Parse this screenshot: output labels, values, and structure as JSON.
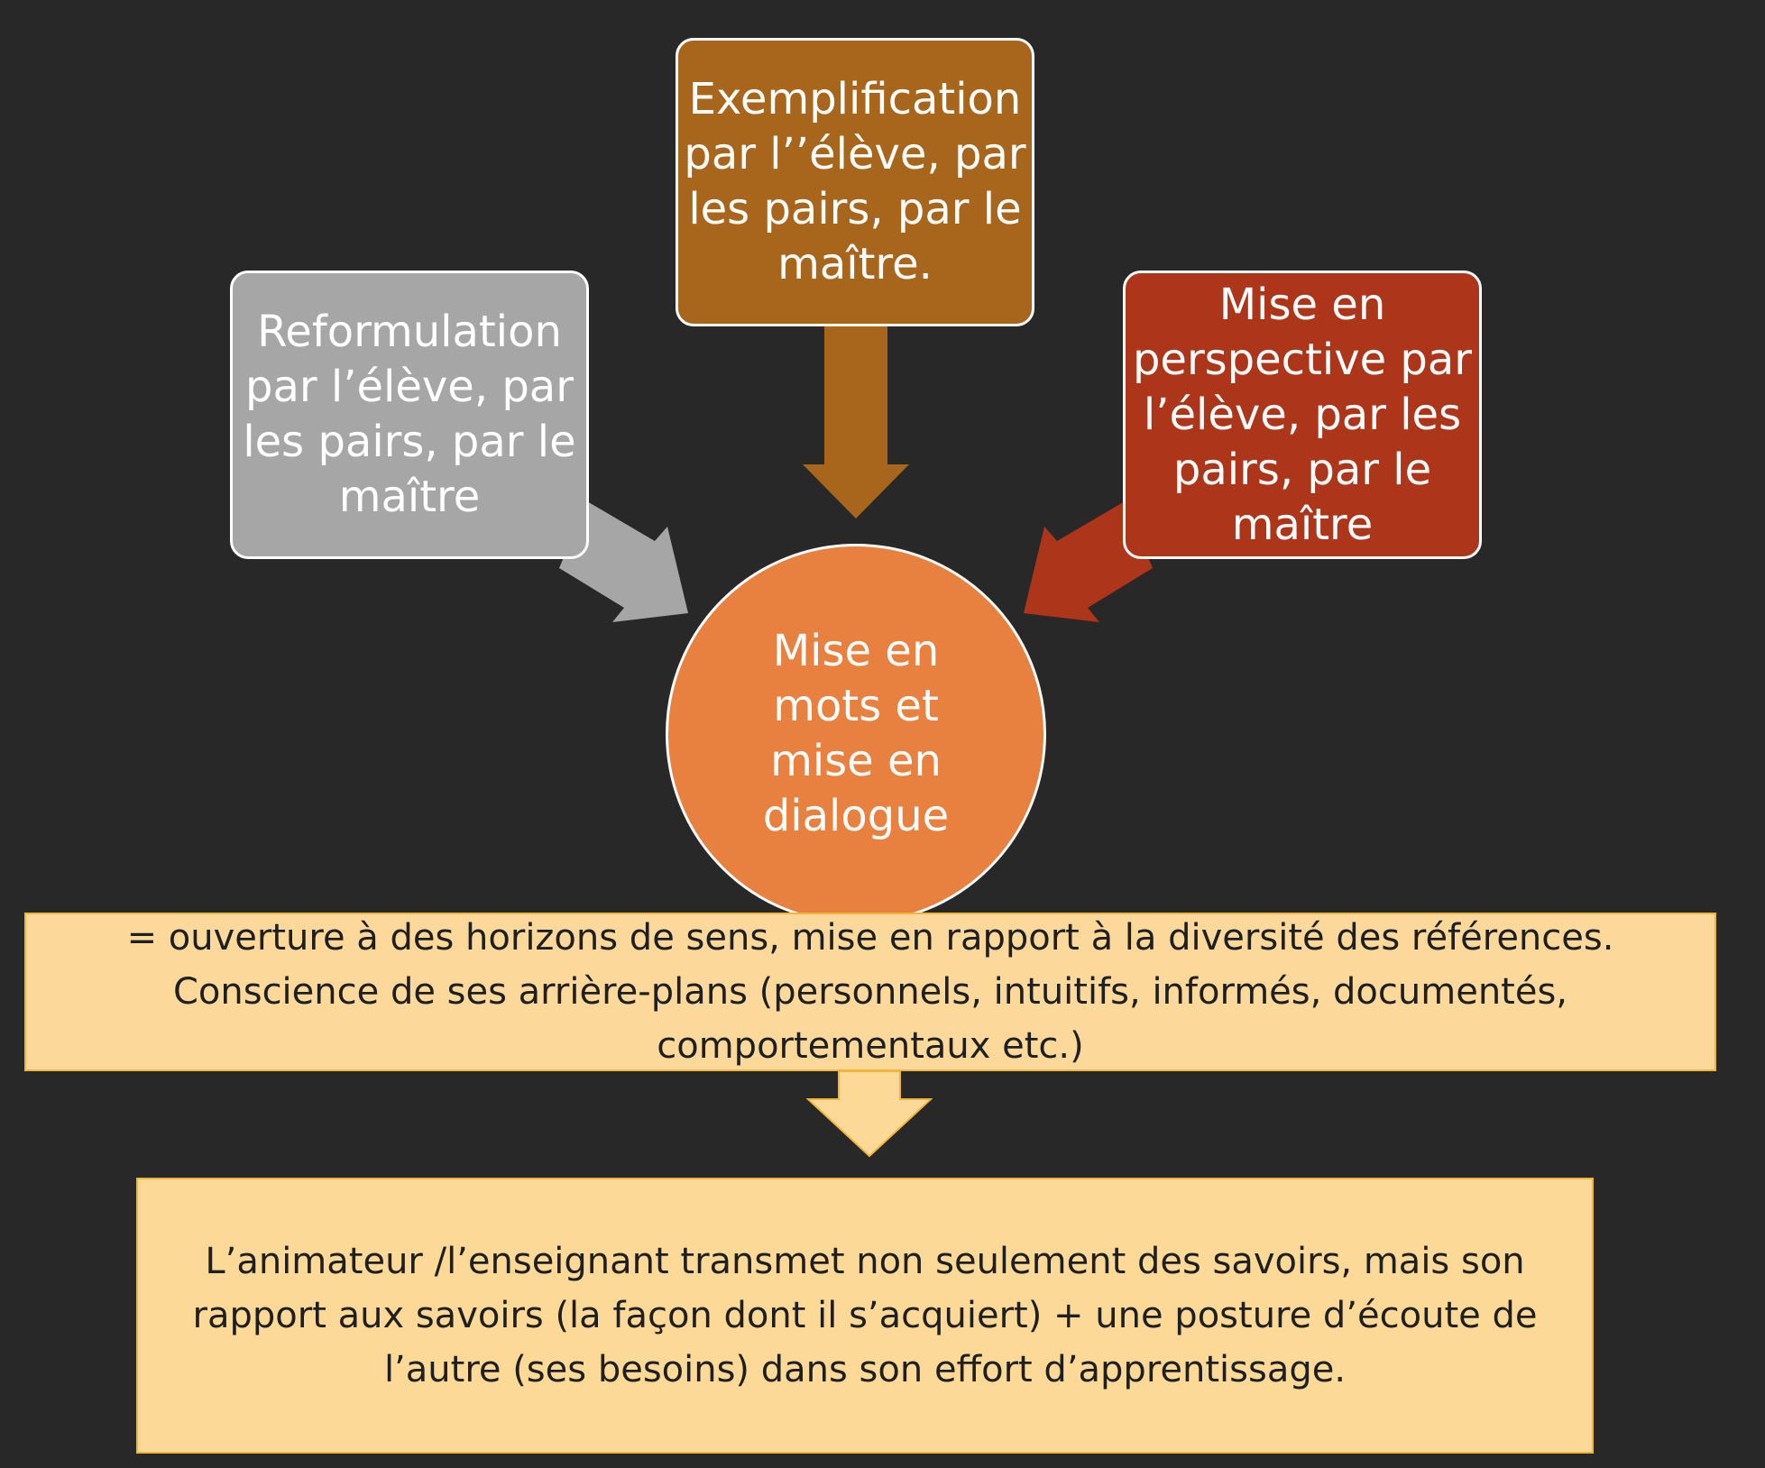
{
  "reformulation": {
    "lines": [
      "Reformulation",
      "par l’élève, par",
      "les pairs, par le",
      "maître"
    ],
    "color": "#a6a6a6"
  },
  "exemplification": {
    "lines": [
      "Exemplification",
      "par l’’élève, par",
      "les pairs, par le",
      "maître."
    ],
    "color": "#a8651c"
  },
  "perspective": {
    "lines": [
      "Mise en",
      "perspective par",
      "l’élève, par les",
      "pairs, par le",
      "maître"
    ],
    "color": "#ad3519"
  },
  "center": {
    "lines": [
      "Mise en",
      "mots et",
      "mise en",
      "dialogue"
    ],
    "color": "#e88040"
  },
  "ouverture": {
    "text": "= ouverture à des horizons de sens, mise en rapport à la diversité des références. Conscience de ses arrière-plans (personnels, intuitifs, informés, documentés, comportementaux etc.)",
    "color": "#fcd99a"
  },
  "animateur": {
    "text": "L’animateur /l’enseignant transmet non seulement des savoirs, mais son rapport aux savoirs (la façon dont il s’acquiert) + une posture d’écoute de l’autre (ses besoins) dans son effort d’apprentissage.",
    "color": "#fdd997"
  }
}
